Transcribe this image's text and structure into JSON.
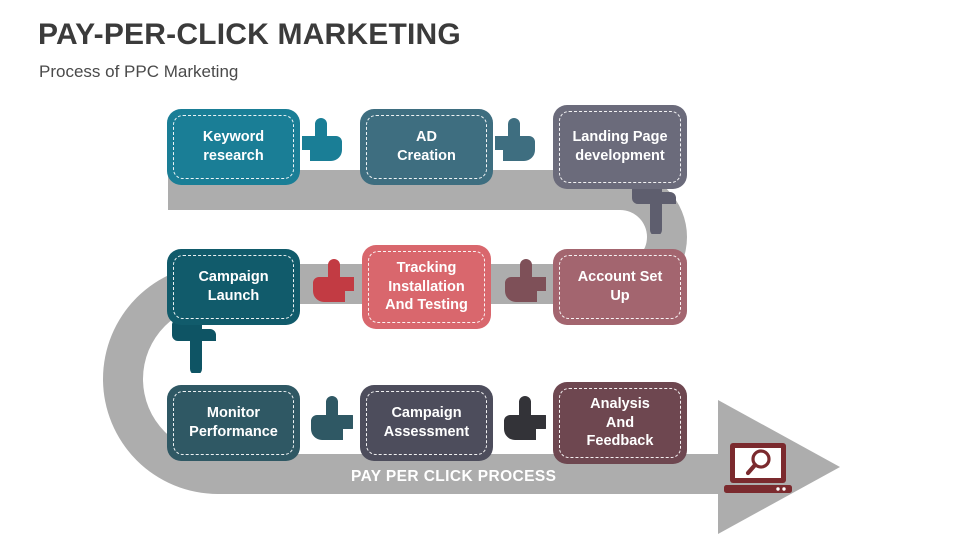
{
  "header": {
    "title": "PAY-PER-CLICK MARKETING",
    "subtitle": "Process of PPC Marketing"
  },
  "band": {
    "label": "PAY PER CLICK PROCESS"
  },
  "icons": {
    "laptop_search": "laptop-search-icon",
    "hand_right": "pointing-hand-right-icon",
    "hand_left": "pointing-hand-left-icon",
    "hand_down": "pointing-hand-down-icon",
    "arrow_right": "arrow-right-icon"
  },
  "colors": {
    "path_gray": "#ADADAD",
    "title": "#3b3b3b",
    "subtitle": "#4a4a4a",
    "band_text": "#ffffff",
    "laptop": "#7B2A2E",
    "box_keyword_research": "#1A7E96",
    "box_ad_creation": "#3E6E80",
    "box_landing_page": "#6B6B7B",
    "box_campaign_launch": "#115B6B",
    "box_tracking": "#D9676D",
    "box_account_setup": "#A3656F",
    "box_monitor": "#2F5864",
    "box_assessment": "#4D4D5C",
    "box_analysis": "#6E4750",
    "hand_row1_a": "#1A7E96",
    "hand_row1_b": "#3E6E80",
    "hand_row1_down": "#5E5E6E",
    "hand_row2_a": "#C23B43",
    "hand_row2_b": "#7E5058",
    "hand_row2_down": "#0E5464",
    "hand_row3_a": "#2F5864",
    "hand_row3_b": "#333338"
  },
  "steps": [
    {
      "id": "keyword-research",
      "label": "Keyword\nresearch",
      "row": 1,
      "order": 1
    },
    {
      "id": "ad-creation",
      "label": "AD\nCreation",
      "row": 1,
      "order": 2
    },
    {
      "id": "landing-page-development",
      "label": "Landing Page\ndevelopment",
      "row": 1,
      "order": 3
    },
    {
      "id": "account-set-up",
      "label": "Account Set\nUp",
      "row": 2,
      "order": 4
    },
    {
      "id": "tracking-installation-and-testing",
      "label": "Tracking\nInstallation\nAnd Testing",
      "row": 2,
      "order": 5
    },
    {
      "id": "campaign-launch",
      "label": "Campaign\nLaunch",
      "row": 2,
      "order": 6
    },
    {
      "id": "analysis-and-feedback",
      "label": "Analysis\nAnd\nFeedback",
      "row": 3,
      "order": 7
    },
    {
      "id": "campaign-assessment",
      "label": "Campaign\nAssessment",
      "row": 3,
      "order": 8
    },
    {
      "id": "monitor-performance",
      "label": "Monitor\nPerformance",
      "row": 3,
      "order": 9
    }
  ]
}
